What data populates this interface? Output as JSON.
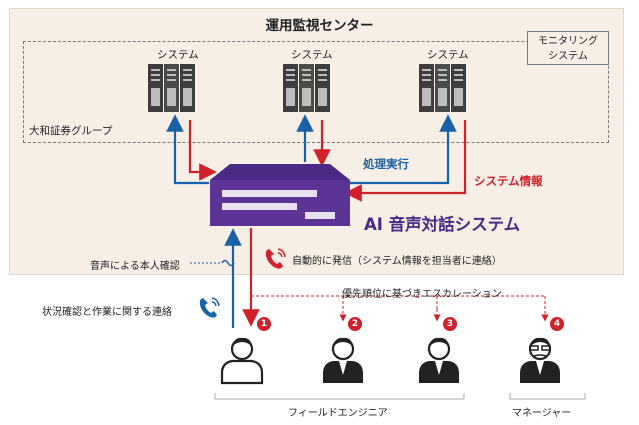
{
  "title": "運用監視センター",
  "monitoring_box": {
    "line1": "モニタリング",
    "line2": "システム"
  },
  "systems": [
    "システム",
    "システム",
    "システム"
  ],
  "group_label": "大和証券グループ",
  "process_label": "処理実行",
  "system_info_label": "システム情報",
  "ai_system_label": "AI 音声対話システム",
  "voice_auth_label": "音声による本人確認",
  "auto_call_label": "自動的に発信（システム情報を担当者に連絡）",
  "status_contact_label": "状況確認と作業に関する連絡",
  "escalation_label": "優先順位に基づきエスカレーション",
  "badges": [
    "1",
    "2",
    "3",
    "4"
  ],
  "field_engineer_label": "フィールドエンジニア",
  "manager_label": "マネージャー",
  "colors": {
    "blue": "#1a62a8",
    "red": "#d0202a",
    "purple": "#4a2a86",
    "background": "#f7eee5"
  }
}
